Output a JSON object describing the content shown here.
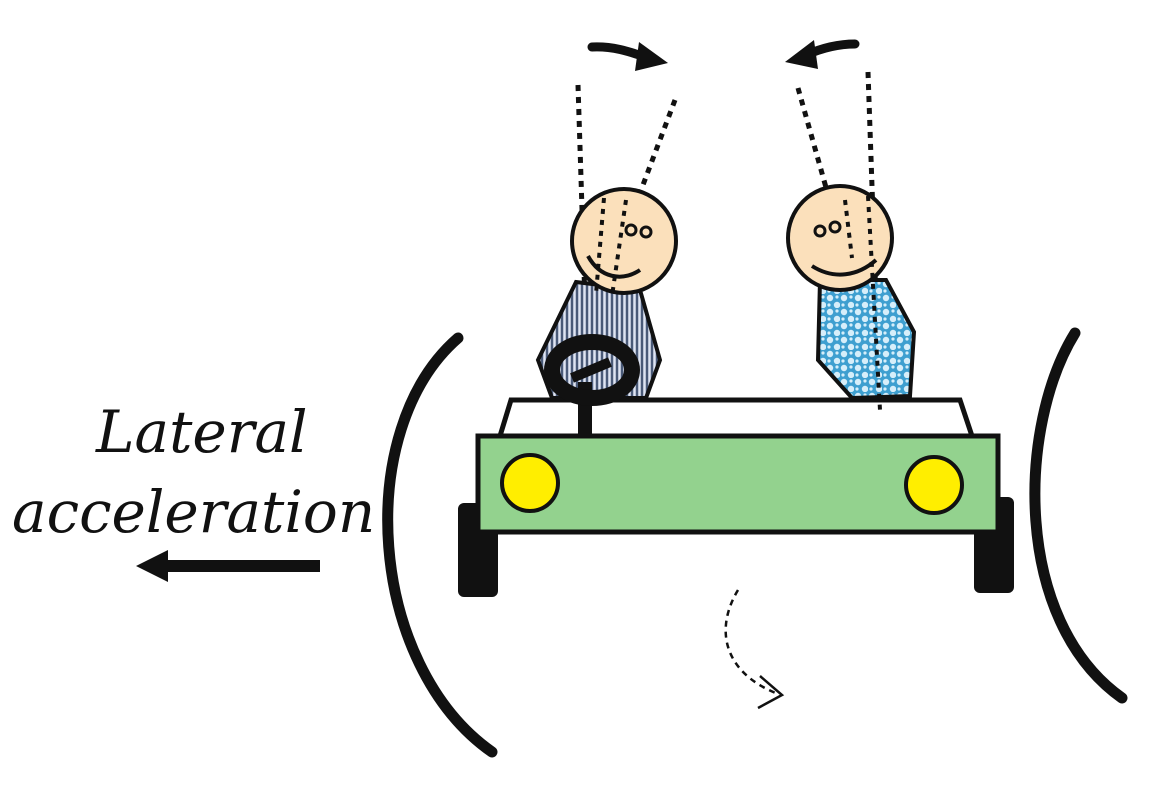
{
  "diagram": {
    "label_line1": "Lateral",
    "label_line2": "acceleration",
    "colors": {
      "ink": "#111111",
      "car_body": "#93d28e",
      "headlight": "#ffee00",
      "face": "#fbe0bb",
      "shirt_driver": "#c9d3ea",
      "shirt_passenger": "#7ec3e6"
    },
    "elements": [
      "left-road-curve-icon",
      "right-road-curve-icon",
      "lateral-acceleration-arrow-icon",
      "car-body",
      "driver-figure",
      "passenger-figure",
      "steering-wheel-icon",
      "driver-head-tilt-arrow-icon",
      "passenger-head-tilt-arrow-icon",
      "roll-direction-dashed-arrow-icon"
    ]
  }
}
